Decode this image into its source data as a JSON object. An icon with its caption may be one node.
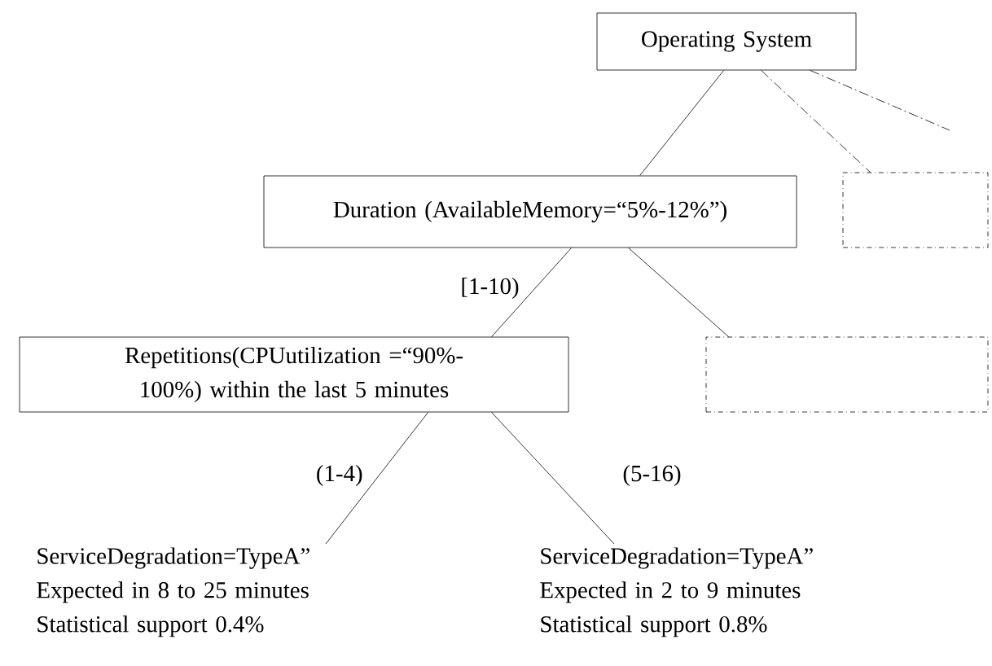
{
  "diagram": {
    "nodes": [
      {
        "text": [
          "Operating System"
        ]
      },
      {
        "text": [
          "Duration (AvailableMemory=“5%-12%”)"
        ]
      },
      {
        "text": [],
        "shape": "box"
      },
      {
        "text": [
          "Repetitions(CPUutilization =“90%-100%) within the last 5 minutes"
        ]
      },
      {
        "text": [],
        "shape": "box"
      },
      {
        "text": [
          "ServiceDegradation=TypeA”",
          "Expected in 8 to 25 minutes",
          "Statistical support 0.4%"
        ]
      },
      {
        "text": [
          "ServiceDegradation=TypeA”",
          "Expected in 2 to 9 minutes",
          "Statistical support 0.8%"
        ]
      }
    ],
    "edges": [
      {
        "from": 0,
        "to": 1,
        "arrow": "none"
      },
      {
        "from": 0,
        "to": 2,
        "arrow": "none",
        "style": "dashed"
      },
      {
        "from": 0,
        "to": null,
        "arrow": "none",
        "style": "dashed"
      },
      {
        "from": 1,
        "to": 3,
        "arrow": "none",
        "label": "[1-10)"
      },
      {
        "from": 1,
        "to": 4,
        "arrow": "none"
      },
      {
        "from": 3,
        "to": 5,
        "arrow": "none",
        "label": "(1-4)"
      },
      {
        "from": 3,
        "to": 6,
        "arrow": "none",
        "label": "(5-16)"
      }
    ]
  }
}
